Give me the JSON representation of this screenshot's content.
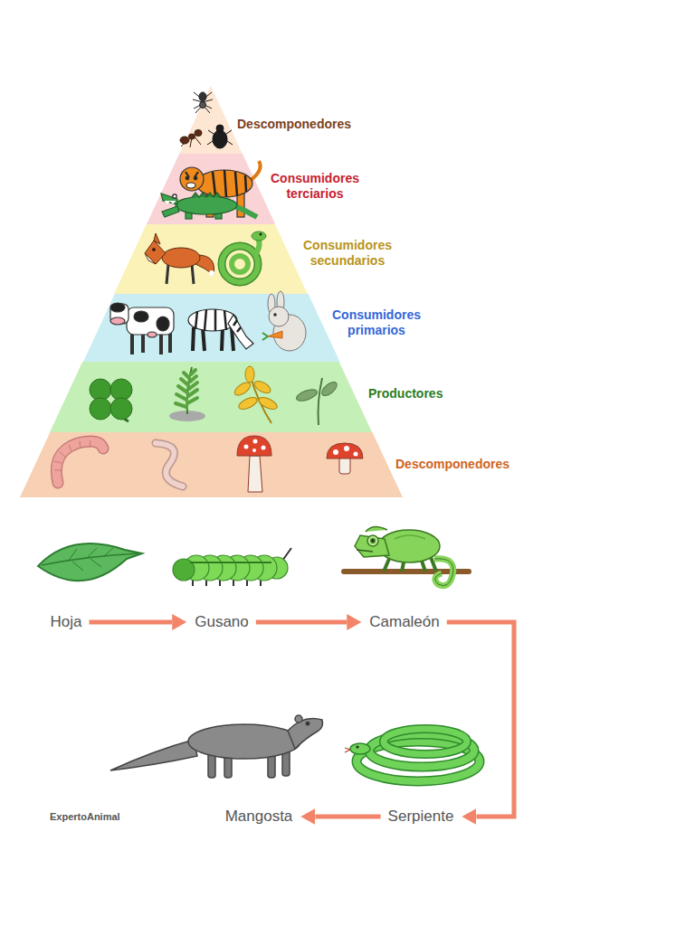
{
  "diagram": {
    "nodes": [
      {
        "text": [
          "Descomponedores"
        ]
      },
      {
        "text": [
          "Consumidores terciarios"
        ]
      },
      {
        "text": [
          "Consumidores secundarios"
        ]
      },
      {
        "text": [
          "Consumidores primarios"
        ]
      },
      {
        "text": [
          "Productores"
        ]
      },
      {
        "text": [
          "Descomponedores"
        ]
      },
      {
        "text": [
          "Hoja"
        ]
      },
      {
        "text": [
          "Gusano"
        ]
      },
      {
        "text": [
          "Camaleón"
        ]
      },
      {
        "text": [
          "Serpiente"
        ]
      },
      {
        "text": [
          "Mangosta"
        ]
      }
    ],
    "edges": [
      {
        "from": 6,
        "to": 7,
        "arrow": "to"
      },
      {
        "from": 7,
        "to": 8,
        "arrow": "to"
      },
      {
        "from": 8,
        "to": 9,
        "arrow": "to"
      },
      {
        "from": 9,
        "to": 10,
        "arrow": "to"
      }
    ],
    "labels": [
      "ExpertoAnimal"
    ]
  }
}
